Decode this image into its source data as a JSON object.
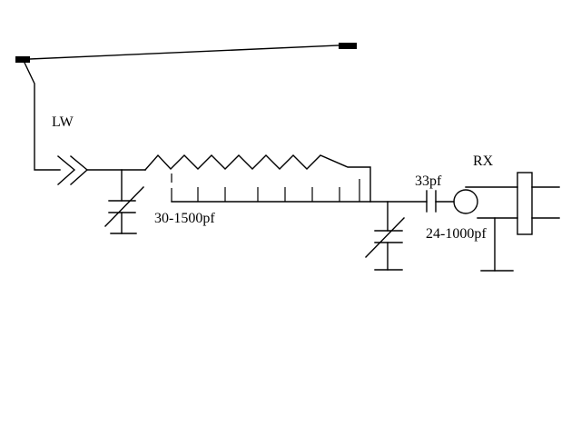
{
  "labels": {
    "antenna": "LW",
    "tuning_cap": "30-1500pf",
    "coupling_cap": "33pf",
    "output_cap": "24-1000pf",
    "receiver": "RX"
  },
  "colors": {
    "ink": "#000000",
    "background": "#ffffff"
  }
}
